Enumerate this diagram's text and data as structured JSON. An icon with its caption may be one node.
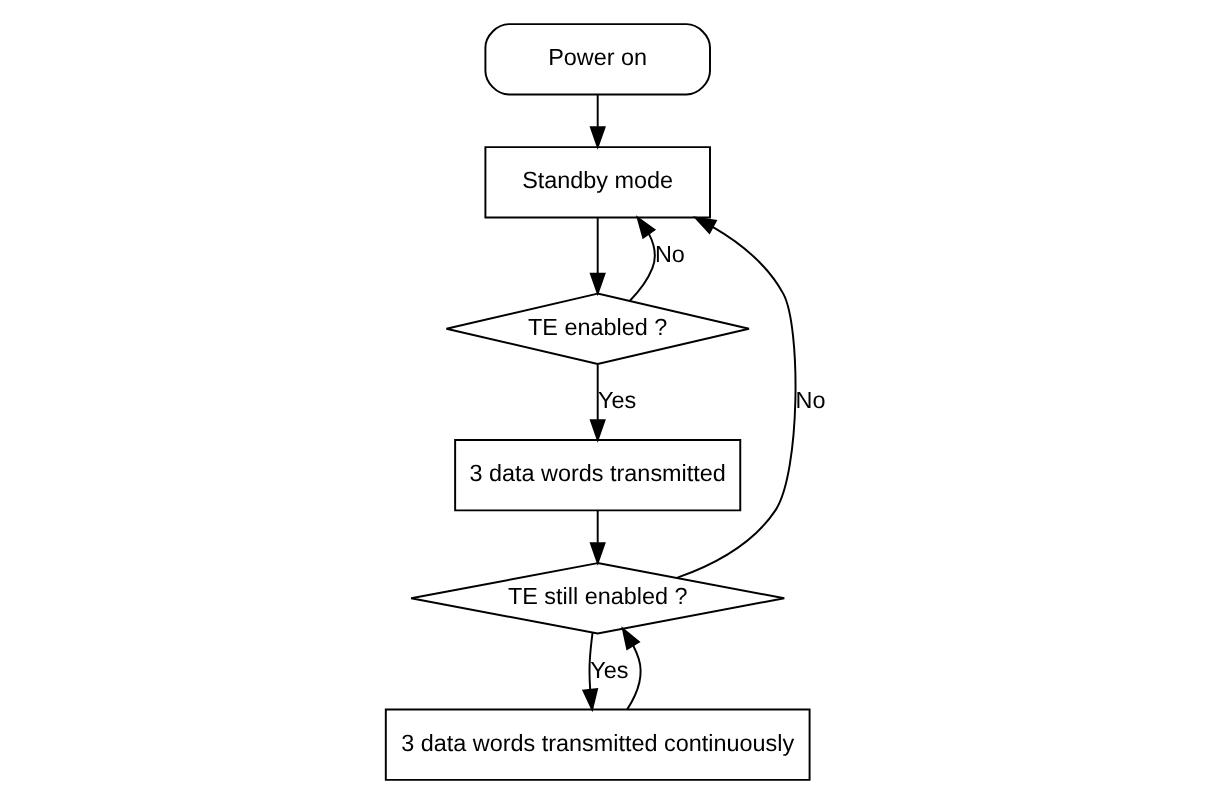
{
  "diagram": {
    "nodes": [
      {
        "text": [
          "Power on"
        ]
      },
      {
        "text": [
          "Standby mode"
        ]
      },
      {
        "text": [
          "TE enabled ?"
        ]
      },
      {
        "text": [
          "3 data words transmitted"
        ]
      },
      {
        "text": [
          "TE still enabled ?"
        ]
      },
      {
        "text": [
          "3 data words transmitted continuously"
        ]
      }
    ],
    "edges": [
      {
        "from": 0,
        "to": 1,
        "arrow": "to"
      },
      {
        "from": 1,
        "to": 2,
        "arrow": "to"
      },
      {
        "from": 2,
        "to": 1,
        "arrow": "to",
        "label": "No"
      },
      {
        "from": 2,
        "to": 3,
        "arrow": "to",
        "label": "Yes"
      },
      {
        "from": 3,
        "to": 4,
        "arrow": "to"
      },
      {
        "from": 4,
        "to": 5,
        "arrow": "to",
        "label": "Yes"
      },
      {
        "from": 5,
        "to": 4,
        "arrow": "to"
      },
      {
        "from": 4,
        "to": 1,
        "arrow": "to",
        "label": "No"
      }
    ]
  }
}
